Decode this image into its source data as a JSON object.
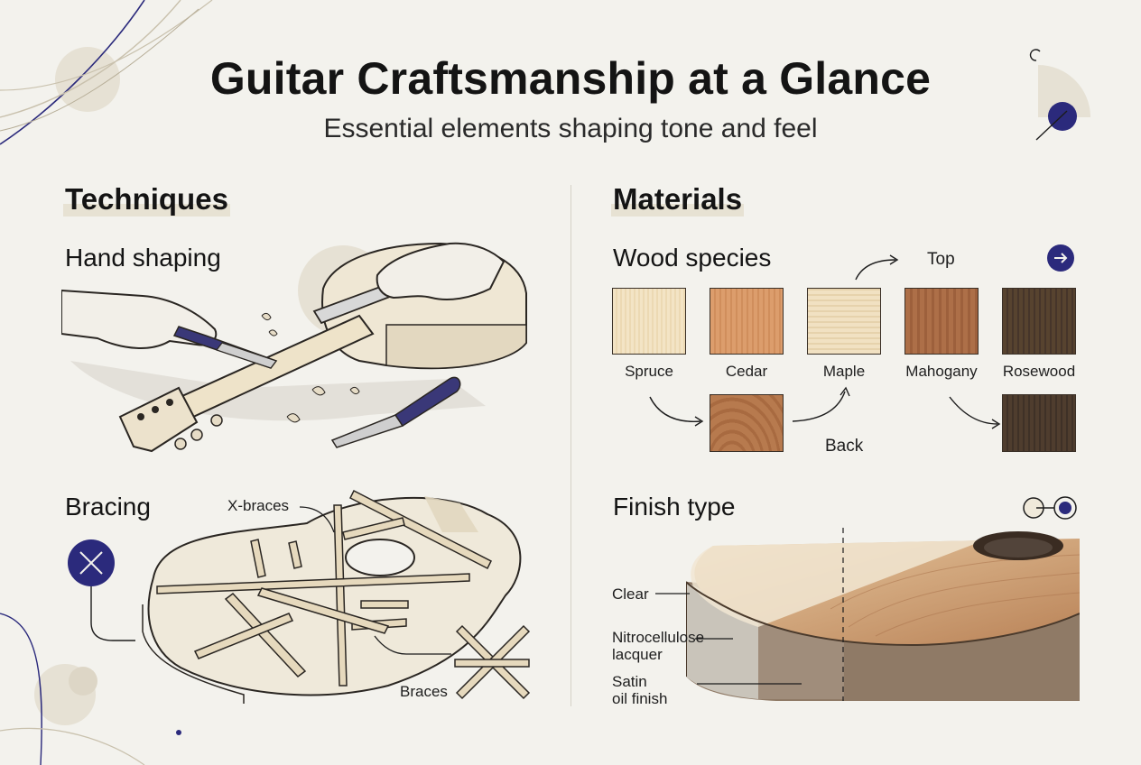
{
  "title": "Guitar Craftsmanship at a Glance",
  "subtitle": "Essential elements shaping tone and feel",
  "techniques": {
    "heading": "Techniques",
    "hand_shaping": {
      "label": "Hand shaping"
    },
    "bracing": {
      "label": "Bracing",
      "xbraces_label": "X-braces",
      "braces_label": "Braces"
    }
  },
  "materials": {
    "heading": "Materials",
    "wood_species": {
      "label": "Wood species",
      "top_label": "Top",
      "back_label": "Back",
      "woods": [
        "Spruce",
        "Cedar",
        "Maple",
        "Mahogany",
        "Rosewood"
      ]
    },
    "finish": {
      "label": "Finish type",
      "clear_label": "Clear",
      "nitro_label_1": "Nitrocellulose",
      "nitro_label_2": "lacquer",
      "satin_label_1": "Satin",
      "satin_label_2": "oil finish"
    }
  },
  "colors": {
    "accent": "#2b2a7c",
    "background": "#f3f2ed",
    "spruce": "#f0dfbe",
    "cedar": "#d99867",
    "maple": "#eedcbb",
    "mahogany": "#a96b45",
    "rosewood": "#54402f"
  }
}
